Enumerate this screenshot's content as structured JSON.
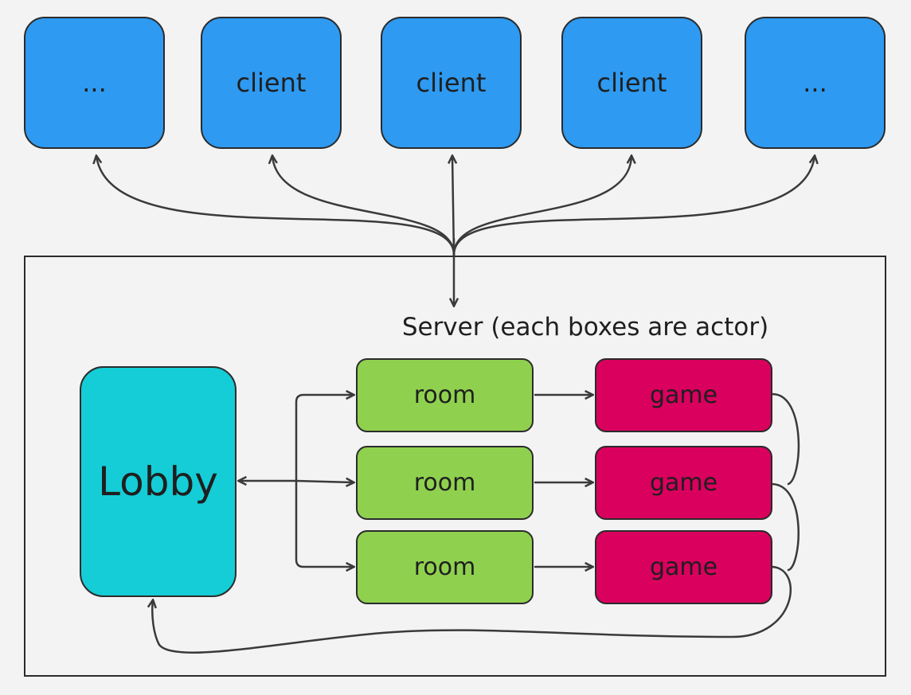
{
  "clients": [
    "...",
    "client",
    "client",
    "client",
    "..."
  ],
  "server": {
    "label": "Server (each boxes are actor)"
  },
  "lobby": {
    "label": "Lobby"
  },
  "rooms": [
    "room",
    "room",
    "room"
  ],
  "games": [
    "game",
    "game",
    "game"
  ],
  "colors": {
    "background": "#f3f3f3",
    "client": "#2e9af1",
    "lobby": "#14cdd6",
    "room": "#8fd14f",
    "game": "#d9005e",
    "stroke": "#2b2b2b",
    "arrow": "#3a3a3a"
  }
}
